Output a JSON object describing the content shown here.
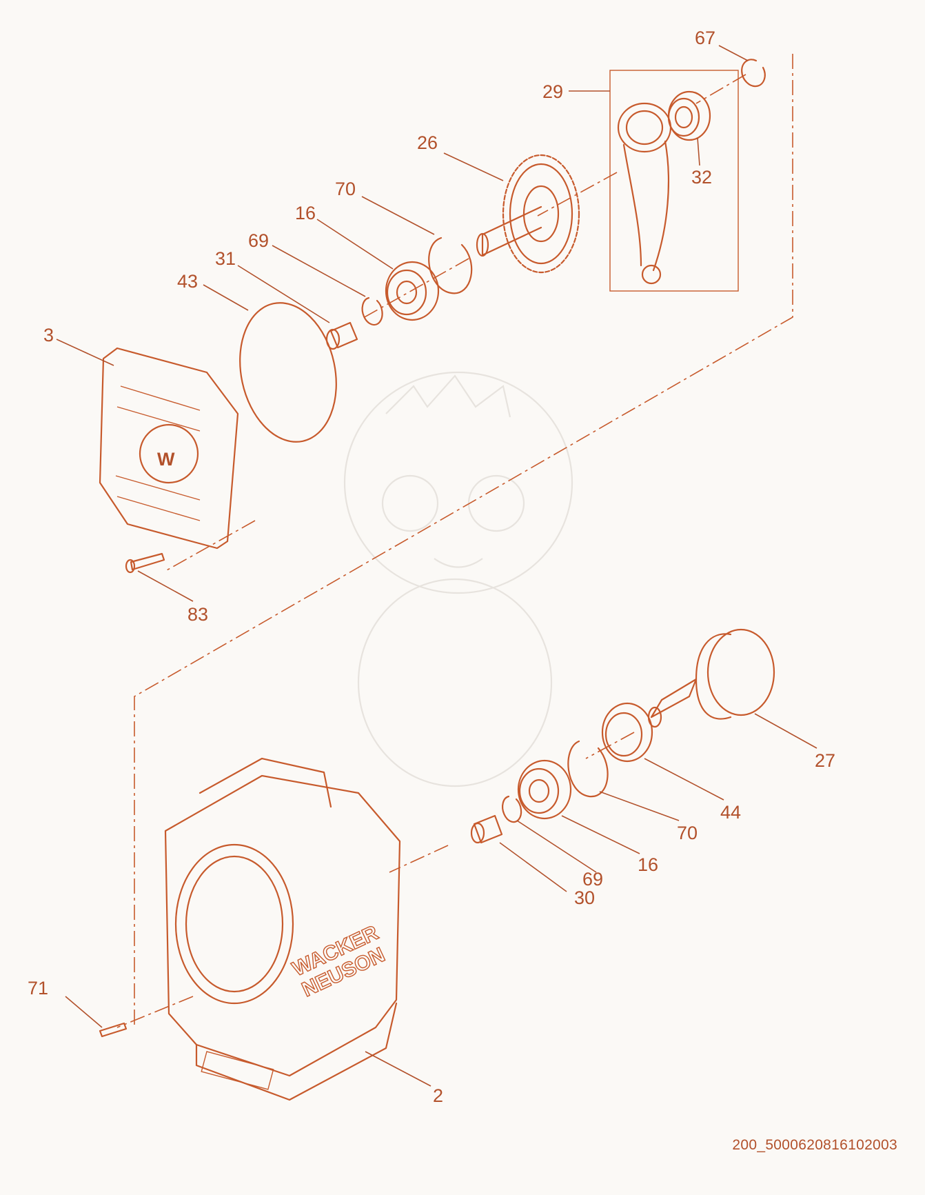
{
  "diagram": {
    "callouts": [
      {
        "id": "c67a",
        "text": "67"
      },
      {
        "id": "c29",
        "text": "29"
      },
      {
        "id": "c26",
        "text": "26"
      },
      {
        "id": "c32",
        "text": "32"
      },
      {
        "id": "c70a",
        "text": "70"
      },
      {
        "id": "c16a",
        "text": "16"
      },
      {
        "id": "c69a",
        "text": "69"
      },
      {
        "id": "c31",
        "text": "31"
      },
      {
        "id": "c43",
        "text": "43"
      },
      {
        "id": "c3",
        "text": "3"
      },
      {
        "id": "c83",
        "text": "83"
      },
      {
        "id": "c27",
        "text": "27"
      },
      {
        "id": "c44",
        "text": "44"
      },
      {
        "id": "c70b",
        "text": "70"
      },
      {
        "id": "c16b",
        "text": "16"
      },
      {
        "id": "c69b",
        "text": "69"
      },
      {
        "id": "c30",
        "text": "30"
      },
      {
        "id": "c71",
        "text": "71"
      },
      {
        "id": "c2",
        "text": "2"
      }
    ],
    "housing_logo": {
      "line1": "WACKER",
      "line2": "NEUSON"
    },
    "cover_logo": "W",
    "drawing_id": "200_5000620816102003",
    "colors": {
      "line": "#c75a2c",
      "label": "#b2512b",
      "background": "#fbf9f6"
    }
  }
}
